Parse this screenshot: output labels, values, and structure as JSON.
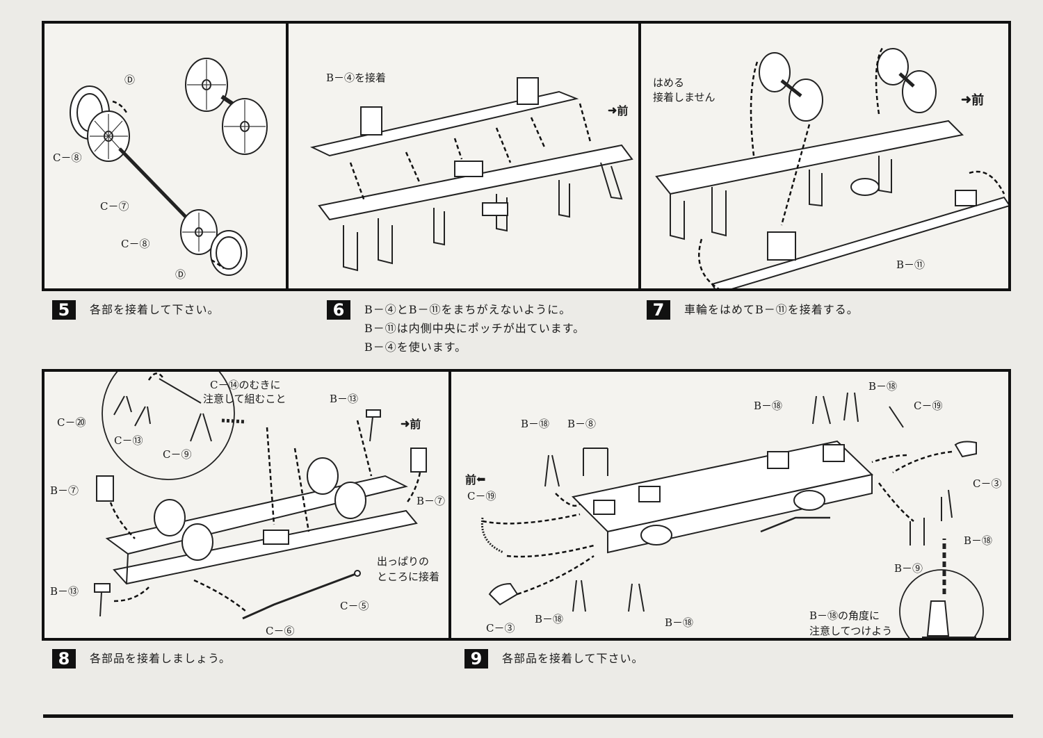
{
  "panel_top": {
    "step5": {
      "number": "5",
      "caption": "各部を接着して下さい。",
      "labels": {
        "d_top": "Ⓓ",
        "c8_top": "C－⑧",
        "c7": "C－⑦",
        "c8_bottom": "C－⑧",
        "d_bottom": "Ⓓ"
      }
    },
    "step6": {
      "number": "6",
      "caption_lines": [
        "B－④とB－⑪をまちがえないように。",
        "B－⑪は内側中央にポッチが出ています。",
        "B－④を使います。"
      ],
      "labels": {
        "b4_glue": "B－④を接着"
      },
      "front": "前"
    },
    "step7": {
      "number": "7",
      "caption": "車輪をはめてB－⑪を接着する。",
      "labels": {
        "note_line1": "はめる",
        "note_line2": "接着しません",
        "b11": "B－⑪"
      },
      "front": "前"
    }
  },
  "panel_bottom": {
    "step8": {
      "number": "8",
      "caption": "各部品を接着しましょう。",
      "labels": {
        "c14_note_line1": "C－⑭のむきに",
        "c14_note_line2": "注意して組むこと",
        "c20": "C－⑳",
        "c13": "C－⑬",
        "c9": "C－⑨",
        "b13_top": "B－⑬",
        "b7_left": "B－⑦",
        "b7_right": "B－⑦",
        "b13_bottom": "B－⑬",
        "protrude_line1": "出っぱりの",
        "protrude_line2": "ところに接着",
        "c5": "C－⑤",
        "c6": "C－⑥"
      },
      "front": "前"
    },
    "step9": {
      "number": "9",
      "caption": "各部品を接着して下さい。",
      "labels": {
        "b18_top_a": "B－⑱",
        "b18_top_b": "B－⑱",
        "b18_left": "B－⑱",
        "b8": "B－⑧",
        "c19_right": "C－⑲",
        "c19_left": "C－⑲",
        "c3_right": "C－③",
        "c3_left": "C－③",
        "b18_right": "B－⑱",
        "b9": "B－⑨",
        "b18_bottom_a": "B－⑱",
        "b18_bottom_b": "B－⑱",
        "angle_note_line1": "B－⑱の角度に",
        "angle_note_line2": "注意してつけよう"
      },
      "front": "前"
    }
  }
}
